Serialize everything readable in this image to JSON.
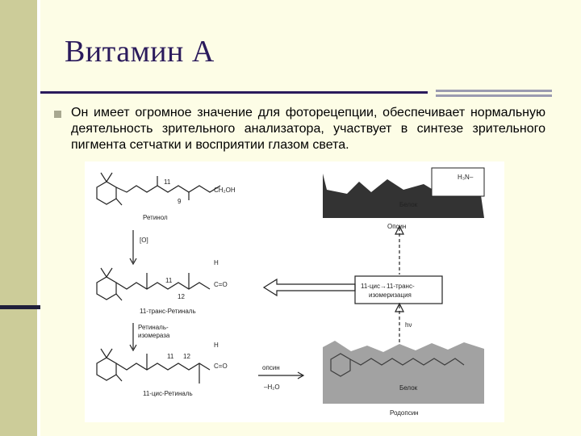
{
  "slide": {
    "title": "Витамин А",
    "bullet": "Он имеет огромное значение для фоторецепции, обеспечивает нормальную деятельность зрительного анализатора, участвует в синтезе зрительного пигмента сетчатки и восприятии глазом света."
  },
  "figure": {
    "retinol_group": "CH₂OH",
    "retinol_label": "Ретинол",
    "oxidation": "[O]",
    "aldehyde_h": "H",
    "aldehyde_co": "C=O",
    "trans_retinal_label": "11-транс-Ретиналь",
    "isomerase_label_1": "Ретиналь-",
    "isomerase_label_2": "изомераза",
    "cis_retinal_label": "11-цис-Ретиналь",
    "opsin_label": "Опсин",
    "protein_label": "Белок",
    "protein_label_2": "Белок",
    "hn_label": "H₃N–",
    "isomerization_box_1": "11-цис→11-транс-",
    "isomerization_box_2": "изомеризация",
    "hv_label": "hν",
    "condensation_1": "опсин",
    "condensation_2": "–H₂O",
    "rhodopsin_label": "Родопсин",
    "num_11": "11",
    "num_12": "12",
    "num_9": "9"
  }
}
